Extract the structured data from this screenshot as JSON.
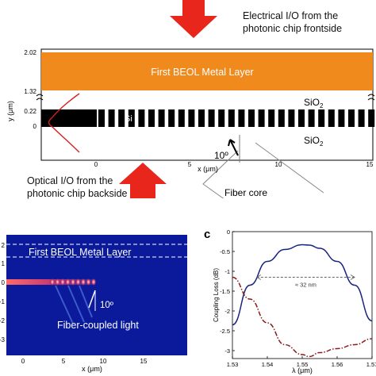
{
  "top_panel": {
    "electrical_io": [
      "Electrical I/O from the",
      "photonic chip frontside"
    ],
    "optical_io": [
      "Optical I/O from the",
      "photonic chip backside"
    ],
    "metal_layer": "First BEOL Metal Layer",
    "si_label": "Si",
    "sio2_upper": "SiO",
    "sio2_lower": "SiO",
    "sio2_subscript": "2",
    "angle_label": "10º",
    "fiber_label": "Fiber core",
    "y_axis_label": "y (μm)",
    "x_axis_label": "x (μm)",
    "y_ticks": [
      "2.02",
      "1.32",
      "0.22",
      "0"
    ],
    "x_ticks": [
      "0",
      "5",
      "10",
      "15"
    ],
    "orange": "#f08a1d",
    "red_arrow": "#e8261c"
  },
  "bottom_left_panel": {
    "metal_layer": "First BEOL Metal Layer",
    "angle_label": "10º",
    "light_label": "Fiber-coupled light",
    "y_ticks": [
      "2",
      "1",
      "0",
      "-1",
      "-2",
      "-3"
    ],
    "x_ticks": [
      "0",
      "5",
      "10",
      "15"
    ],
    "x_axis_label": "x (μm)",
    "background": "#0a1a9a"
  },
  "bottom_right_panel": {
    "panel_letter": "c",
    "y_axis_label": "Coupling Loss (dB)",
    "x_axis_label": "λ (μm)",
    "annotation": "≈ 32 nm",
    "chart_data": {
      "type": "line",
      "xlim": [
        1.53,
        1.57
      ],
      "ylim": [
        -3.2,
        0
      ],
      "x_ticks": [
        "1.53",
        "1.54",
        "1.55",
        "1.56",
        "1.57"
      ],
      "y_ticks": [
        "0",
        "-0.5",
        "-1",
        "-1.5",
        "-2",
        "-2.5",
        "-3"
      ],
      "series": [
        {
          "color": "#1a237e",
          "style": "solid",
          "x": [
            1.53,
            1.535,
            1.54,
            1.545,
            1.55,
            1.552,
            1.555,
            1.56,
            1.565,
            1.57
          ],
          "y": [
            -2.35,
            -1.35,
            -0.75,
            -0.45,
            -0.33,
            -0.34,
            -0.42,
            -0.75,
            -1.35,
            -2.25
          ]
        },
        {
          "color": "#8b1a1a",
          "style": "dashdot",
          "x": [
            1.53,
            1.535,
            1.54,
            1.545,
            1.55,
            1.552,
            1.555,
            1.56,
            1.565,
            1.57
          ],
          "y": [
            -1.15,
            -1.7,
            -2.3,
            -2.85,
            -3.1,
            -3.15,
            -3.05,
            -2.95,
            -2.85,
            -2.7
          ]
        }
      ],
      "annotation_arrow": {
        "x_from": 1.537,
        "x_to": 1.565,
        "y": -1.15
      }
    }
  }
}
